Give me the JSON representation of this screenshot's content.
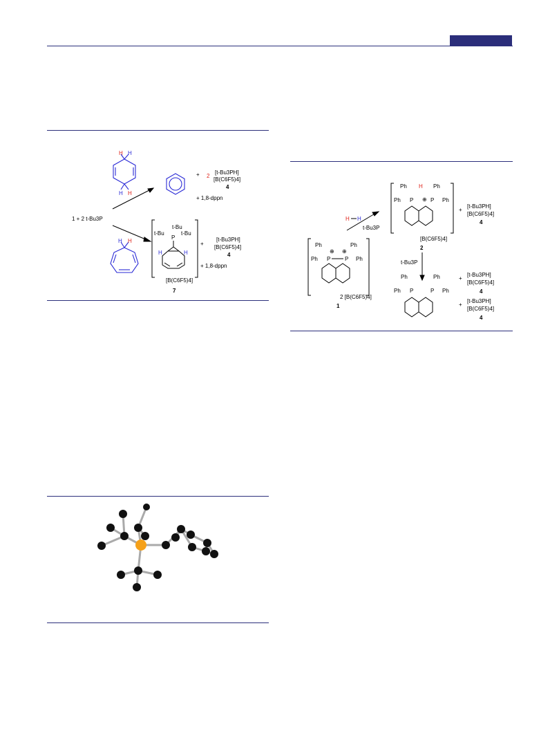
{
  "header": {
    "rule_color": "#2b2e7a"
  },
  "colors": {
    "hydrogen_donor_red": "#e0241b",
    "hydrogen_blue": "#2a2ad6",
    "phosphorus_orange": "#f5a11a"
  },
  "scheme_left": {
    "reactant_label": "1 + 2 t-Bu3P",
    "top_product": {
      "coefficient": "2",
      "salt_line1": "[t-Bu3PH]",
      "salt_line2": "[B(C6F5)4]",
      "compound_num": "4",
      "byproduct": "+ 1,8-dppn"
    },
    "bottom_product": {
      "substituent1": "t-Bu",
      "substituent2": "t-Bu",
      "substituent3": "t-Bu",
      "counterion": "[B(C6F5)4]",
      "compound_num": "7",
      "salt_line1": "[t-Bu3PH]",
      "salt_line2": "[B(C6F5)4]",
      "salt_num": "4",
      "byproduct": "+ 1,8-dppn"
    },
    "h_label": "H"
  },
  "scheme_right": {
    "reagent_h2": "H—H",
    "reagent_base": "t-Bu3P",
    "start": {
      "ph": "Ph",
      "counterion": "2 [B(C6F5)4]",
      "compound_num": "1"
    },
    "intermediate": {
      "counterion": "[B(C6F5)4]",
      "compound_num": "2",
      "salt_line1": "[t-Bu3PH]",
      "salt_line2": "[B(C6F5)4]",
      "salt_num": "4"
    },
    "step2_reagent": "t-Bu3P",
    "final": {
      "salt_line1": "[t-Bu3PH]",
      "salt_line2": "[B(C6F5)4]",
      "salt_num": "4"
    }
  },
  "crystal_structure": {
    "atom_color": "#111111",
    "bond_color": "#aaaaaa",
    "p_atom_color": "#f5a11a"
  }
}
